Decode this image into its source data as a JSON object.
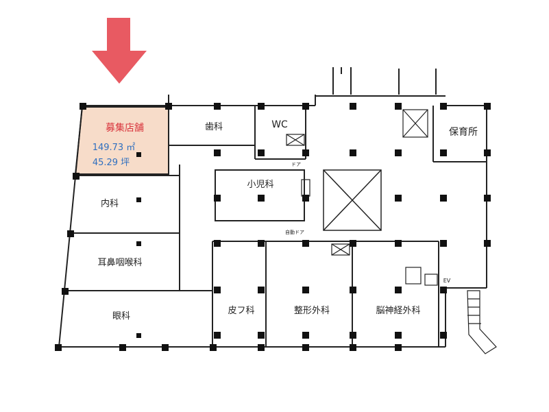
{
  "vacancy": {
    "title": "募集店舗",
    "area_m2": "149.73 ㎡",
    "area_tsubo": "45.29 坪",
    "highlight_color": "#f7dcc9",
    "arrow_color": "#e85a62"
  },
  "rooms": {
    "dental": "歯科",
    "wc": "WC",
    "nursery": "保育所",
    "pediatrics": "小児科",
    "internal_medicine": "内科",
    "ent": "耳鼻咽喉科",
    "ophthalmology": "眼科",
    "dermatology": "皮フ科",
    "orthopedics": "整形外科",
    "neurosurgery": "脳神経外科"
  },
  "labels": {
    "door": "ドア",
    "auto_door": "自動ドア",
    "ev": "EV"
  }
}
